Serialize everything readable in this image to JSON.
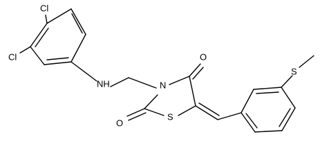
{
  "structure": {
    "atoms": {
      "cl_top": "Cl",
      "cl_left": "Cl",
      "nh": "NH",
      "n_ring": "N",
      "o_top": "O",
      "o_bottom": "O",
      "s_ring": "S",
      "s_methyl": "S"
    }
  }
}
